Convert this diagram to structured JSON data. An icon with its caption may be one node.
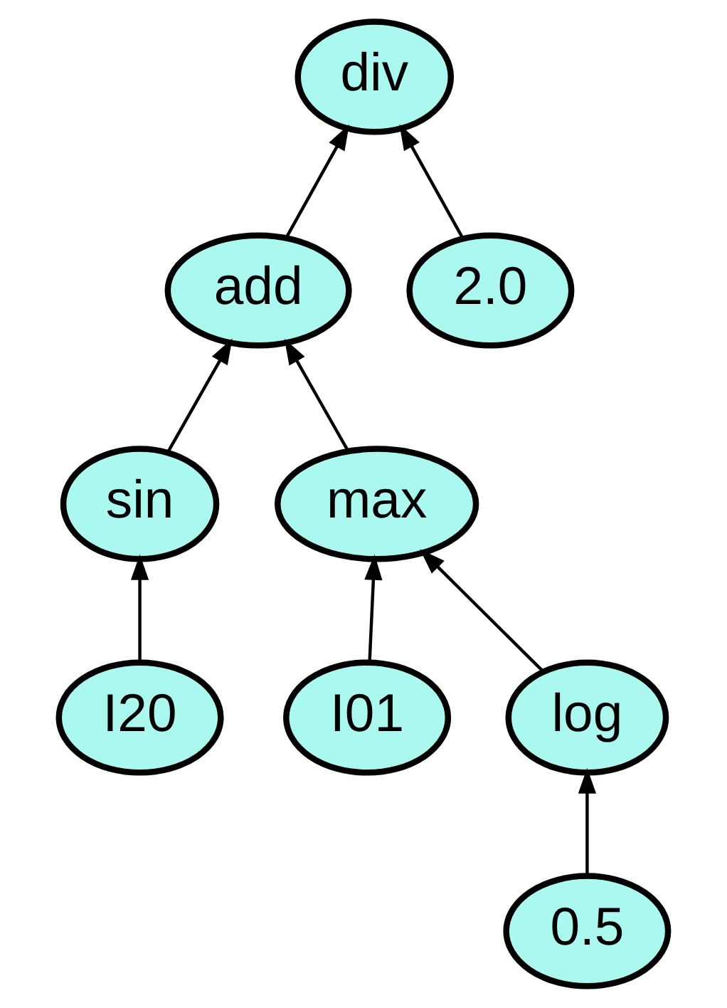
{
  "diagram": {
    "nodes": [
      {
        "text": [
          "div"
        ]
      },
      {
        "text": [
          "add"
        ]
      },
      {
        "text": [
          "2.0"
        ]
      },
      {
        "text": [
          "sin"
        ]
      },
      {
        "text": [
          "max"
        ]
      },
      {
        "text": [
          "I20"
        ]
      },
      {
        "text": [
          "I01"
        ]
      },
      {
        "text": [
          "log"
        ]
      },
      {
        "text": [
          "0.5"
        ]
      }
    ],
    "edges": [
      {
        "from": 1,
        "to": 0,
        "arrow": "to"
      },
      {
        "from": 2,
        "to": 0,
        "arrow": "to"
      },
      {
        "from": 3,
        "to": 1,
        "arrow": "to"
      },
      {
        "from": 4,
        "to": 1,
        "arrow": "to"
      },
      {
        "from": 5,
        "to": 3,
        "arrow": "to"
      },
      {
        "from": 6,
        "to": 4,
        "arrow": "to"
      },
      {
        "from": 7,
        "to": 4,
        "arrow": "to"
      },
      {
        "from": 8,
        "to": 7,
        "arrow": "to"
      }
    ]
  }
}
